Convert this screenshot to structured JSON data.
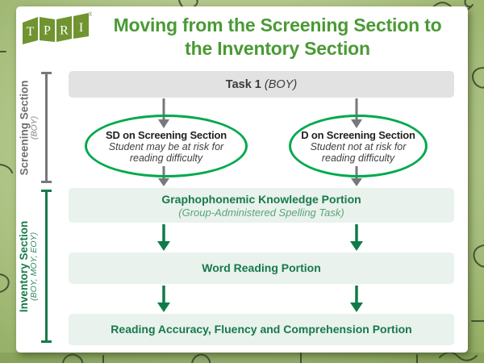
{
  "logo": {
    "letters": [
      "T",
      "P",
      "R",
      "I"
    ],
    "registered": "®"
  },
  "title": {
    "line1": "Moving from the Screening Section to",
    "line2": "the Inventory Section"
  },
  "flow": {
    "task_bar": {
      "name": "Task 1",
      "season": " (BOY)"
    },
    "ovals": [
      {
        "lead": "SD",
        "rest": " on Screening Section",
        "sub1": "Student may be at risk for",
        "sub2": "reading difficulty"
      },
      {
        "lead": "D",
        "rest": " on Screening Section",
        "sub1": "Student not at risk for",
        "sub2": "reading difficulty"
      }
    ],
    "bars": [
      {
        "title": "Graphophonemic Knowledge Portion",
        "subtitle": "(Group-Administered Spelling Task)"
      },
      {
        "title": "Word Reading Portion"
      },
      {
        "title": "Reading Accuracy, Fluency and Comprehension Portion"
      }
    ]
  },
  "sidebars": [
    {
      "label": "Screening Section",
      "sub": "(BOY)"
    },
    {
      "label": "Inventory Section",
      "sub": "(BOY, MOY, EOY)"
    }
  ],
  "colors": {
    "title_green": "#4a9a34",
    "logo_green": "#6f9430",
    "oval_stroke_green": "#00a94e",
    "dark_green_text": "#17794d",
    "mint_bar": "#e9f2ec",
    "gray_bar": "#e2e2e2",
    "gray_arrow": "#77787b",
    "green_arrow": "#0e7c48",
    "background_green": "#b3c88e"
  }
}
